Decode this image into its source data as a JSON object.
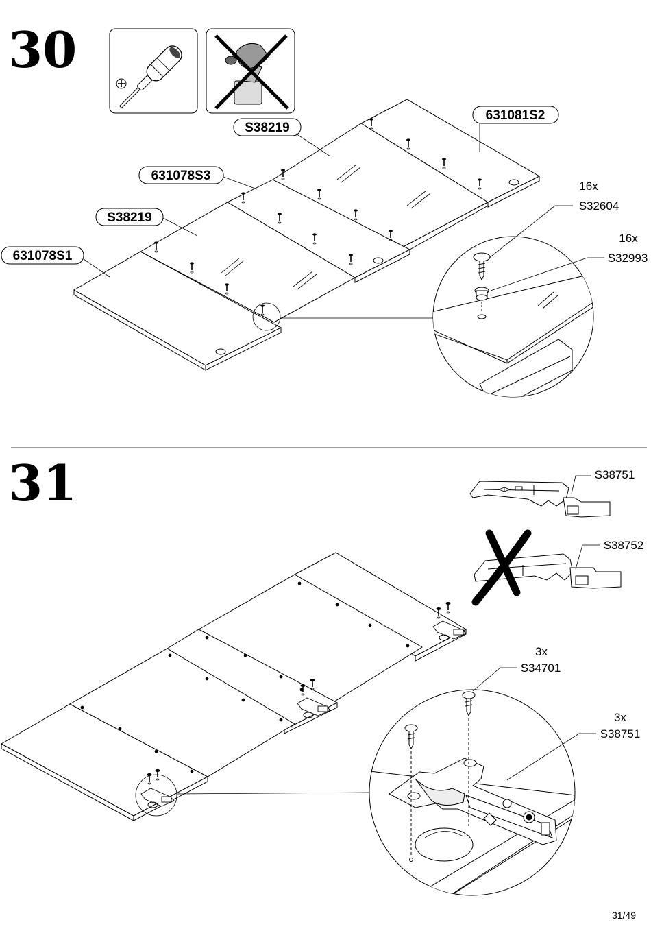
{
  "steps": [
    {
      "number": "30",
      "tools": [
        "phillips-screwdriver-icon",
        "cordless-drill-crossed-icon"
      ],
      "part_labels": [
        "631081S2",
        "S38219",
        "631078S3",
        "S38219",
        "631078S1"
      ],
      "detail": {
        "screw_qty": "16x",
        "screw_code": "S32604",
        "sleeve_qty": "16x",
        "sleeve_code": "S32993"
      }
    },
    {
      "number": "31",
      "hinge_ok_code": "S38751",
      "hinge_wrong_code": "S38752",
      "detail": {
        "screw_qty": "3x",
        "screw_code": "S34701",
        "hinge_qty": "3x",
        "hinge_code": "S38751"
      }
    }
  ],
  "page_number": "31/49"
}
